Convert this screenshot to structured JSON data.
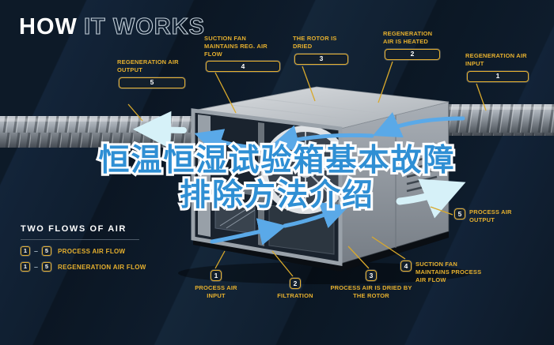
{
  "title": {
    "part1": "HOW",
    "part2": "IT WORKS"
  },
  "overlay": {
    "line1": "恒温恒湿试验箱基本故障",
    "line2": "排除方法介绍"
  },
  "legend": {
    "heading": "TWO FLOWS OF AIR",
    "rows": [
      {
        "from": "1",
        "to": "5",
        "label": "PROCESS AIR FLOW"
      },
      {
        "from": "1",
        "to": "5",
        "label": "REGENERATION AIR FLOW"
      }
    ]
  },
  "callouts_top": [
    {
      "num": "5",
      "label": "REGENERATION AIR OUTPUT"
    },
    {
      "num": "4",
      "label": "SUCTION FAN MAINTAINS REG. AIR FLOW"
    },
    {
      "num": "3",
      "label": "THE ROTOR IS DRIED"
    },
    {
      "num": "2",
      "label": "REGENERATION AIR IS HEATED"
    },
    {
      "num": "1",
      "label": "REGENERATION AIR INPUT"
    }
  ],
  "callouts_bottom": [
    {
      "num": "1",
      "label": "PROCESS AIR INPUT"
    },
    {
      "num": "2",
      "label": "FILTRATION"
    },
    {
      "num": "3",
      "label": "PROCESS AIR IS DRIED BY THE ROTOR"
    },
    {
      "num": "4",
      "label": "SUCTION FAN MAINTAINS PROCESS AIR FLOW"
    },
    {
      "num": "5",
      "label": "PROCESS AIR OUTPUT"
    }
  ],
  "colors": {
    "accent_yellow": "#e6b02e",
    "background_navy": "#0c1826",
    "overlay_blue": "#2f8fd4",
    "arrow_blue": "#5aa9e8",
    "arrow_cyan": "#d6f1f8"
  }
}
